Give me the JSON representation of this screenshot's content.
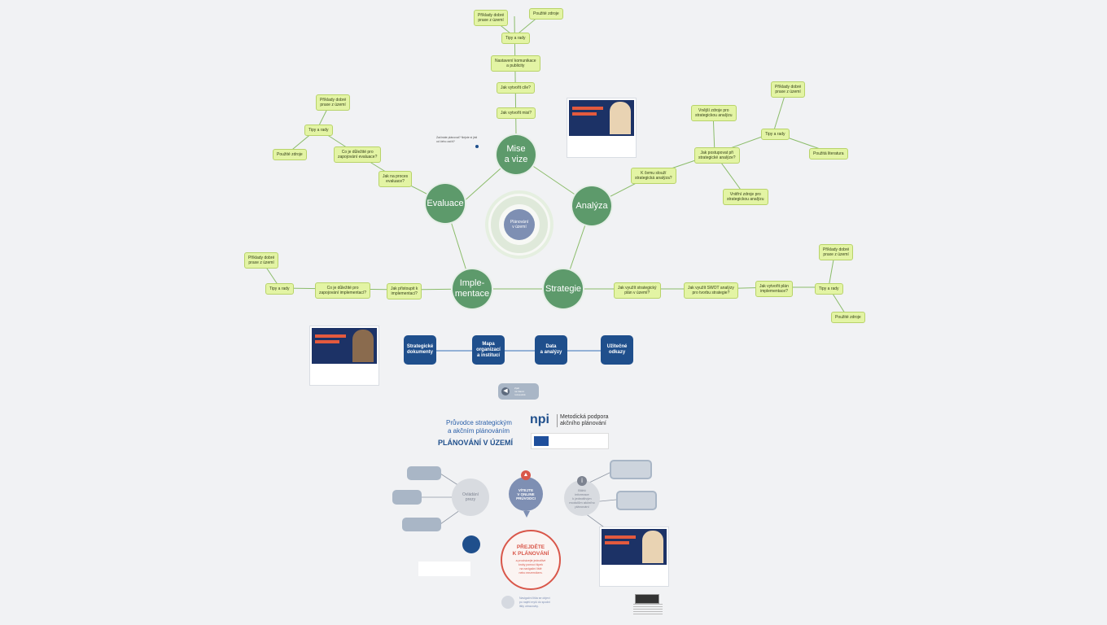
{
  "hubs": {
    "mise": "Mise\na vize",
    "analyza": "Analýza",
    "strategie": "Strategie",
    "implementace": "Imple-\nmentace",
    "evaluace": "Evaluace"
  },
  "center": {
    "label": "Plánování\nv území"
  },
  "notes": {
    "mise_priklady": "Příklady dobré\npraxe z území",
    "mise_pouzite": "Použité zdroje",
    "mise_tipy": "Tipy a rady",
    "mise_komunikace": "Nastavení komunikace\na publicity",
    "mise_cile": "Jak vytvořit cíle?",
    "mise_misi": "Jak vytvořit misi?",
    "ev_priklady": "Příklady dobré\npraxe z území",
    "ev_tipy": "Tipy a rady",
    "ev_pouzite": "Použité zdroje",
    "ev_dilcich": "Co je důležité pro\nzapojování evaluace?",
    "ev_proces": "Jak na proces\nevaluace?",
    "an_vnejsi": "Vnější zdroje pro\nstrategickou analýzu",
    "an_priklady": "Příklady dobré\npraxe z území",
    "an_tipy": "Tipy a rady",
    "an_literatura": "Použitá literatura",
    "an_postupovat": "Jak postupovat při\nstrategické analýze?",
    "an_zacit": "K čemu slouží\nstrategická analýza?",
    "an_vnitrni": "Vnitřní zdroje pro\nstrategickou analýzu",
    "im_priklady": "Příklady dobré\npraxe z území",
    "im_tipy": "Tipy a rady",
    "im_dulezite": "Co je důležité pro\nzapojování implementací?",
    "im_pristoupit": "Jak přistoupit k\nimplementaci?",
    "st_vyuzit": "Jak využít strategický\nplán v území?",
    "st_swot": "Jak využít SWOT analýzy\npro tvorbu strategie?",
    "st_plan": "Jak vytvořit plán\nimplementace?",
    "st_tipy": "Tipy a rady",
    "st_priklady": "Příklady dobré\npraxe z území",
    "st_pouzite": "Použité zdroje"
  },
  "small_text": "Začínáte plánovat? Nejste si jisti\nod čeho začít?",
  "nav": {
    "strategicke": "Strategické\ndokumenty",
    "mapa": "Mapa\norganizací\na institucí",
    "data": "Data\na analýzy",
    "uzitecne": "Užitečné\nodkazy"
  },
  "back_label": "Zpět\nna hlavní\nrozcestník",
  "guide": {
    "subtitle": "Průvodce strategickým\na akčním plánováním",
    "title": "PLÁNOVÁNÍ V ÚZEMÍ",
    "npi": "npi",
    "npi_text": "Metodická podpora\nakčního plánování"
  },
  "welcome": {
    "vitejte": "VÍTEJTE\nV ONLINE\nPRŮVODCI",
    "ovladani": "Ovládání\nprezy",
    "bliz": "Bližší\ninformace\nk jednotlivým\nmodulům akčního\nplánování",
    "prejdete_title": "PŘEJDĚTE\nK PLÁNOVÁNÍ",
    "prejdete_text": "a procházejte jednotlivé\nkroky pomocí šipek\nna navigační liště\nnebo mezerníkem.",
    "nav_note": "Navigační lišta se objeví\npo najetí myší do spodní\nlišty obrazovky."
  },
  "colors": {
    "hub": "#5d9a6b",
    "note": "#e3f4a4",
    "nav": "#1f4f8c",
    "accent": "#d9574a"
  }
}
